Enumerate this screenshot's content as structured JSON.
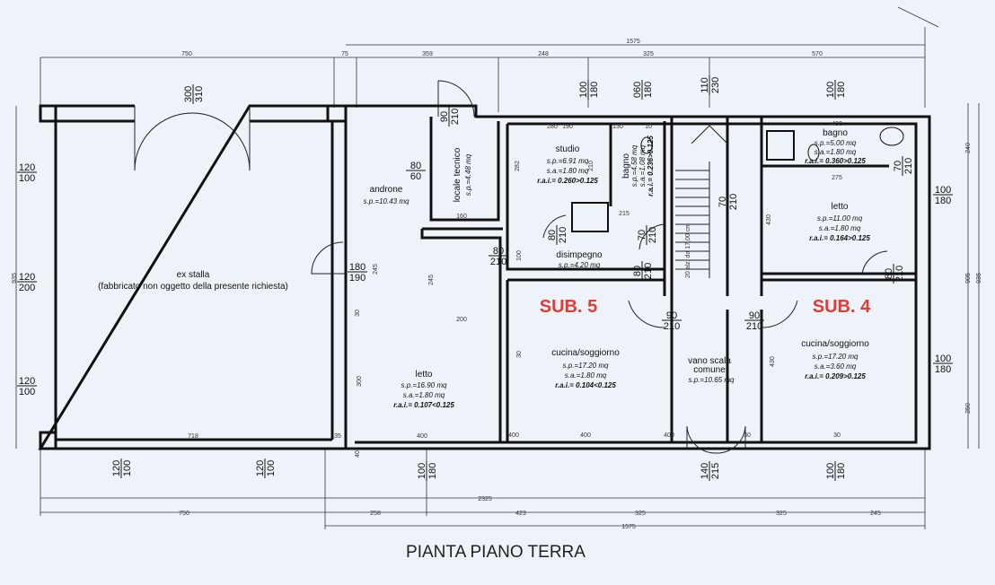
{
  "title": "PIANTA PIANO TERRA",
  "sub_labels": [
    "SUB. 5",
    "SUB. 4"
  ],
  "accent_color": "#e23b32",
  "rooms": {
    "ex_stalla": {
      "name": "ex stalla",
      "note": "(fabbricato non oggetto della presente richiesta)"
    },
    "androne": {
      "name": "androne",
      "sp": "s.p.=10.43 mq"
    },
    "locale_tecnico": {
      "name": "locale tecnico",
      "sp": "s.p.=4.48 mq"
    },
    "studio": {
      "name": "studio",
      "sp": "s.p.=6.91 mq",
      "sa": "s.a.=1.80 mq",
      "rai": "r.a.i.= 0.260>0.125"
    },
    "bagno_5": {
      "name": "bagno",
      "sp": "s.p.=4.58 mq",
      "sa": "s.a.=1.08 mq",
      "rai": "r.a.i.= 0.236>0.125"
    },
    "disimpegno": {
      "name": "disimpegno",
      "sp": "s.p.=4.20 mq"
    },
    "letto_5": {
      "name": "letto",
      "sp": "s.p.=16.90 mq",
      "sa": "s.a.=1.80 mq",
      "rai": "r.a.i.= 0.107<0.125"
    },
    "cucina_5": {
      "name": "cucina/soggiorno",
      "sp": "s.p.=17.20 mq",
      "sa": "s.a.=1.80 mq",
      "rai": "r.a.i.= 0.104<0.125"
    },
    "vano_scala": {
      "name1": "vano scala",
      "name2": "comune",
      "sp": "s.p.=10.65 mq"
    },
    "bagno_4": {
      "name": "bagno",
      "sp": "s.p.=5.00 mq",
      "sa": "s.a.=1.80 mq",
      "rai": "r.a.i.= 0.360>0.125"
    },
    "letto_4": {
      "name": "letto",
      "sp": "s.p.=11.00 mq",
      "sa": "s.a.=1.80 mq",
      "rai": "r.a.i.= 0.164>0.125"
    },
    "cucina_4": {
      "name": "cucina/soggiorno",
      "sp": "s.p.=17.20 mq",
      "sa": "s.a.=3.60 mq",
      "rai": "r.a.i.= 0.209>0.125"
    }
  },
  "stair_note": "20 alz. da 17,00 cm",
  "openings": [
    [
      "300",
      "310"
    ],
    [
      "120",
      "100"
    ],
    [
      "120",
      "200"
    ],
    [
      "120",
      "100"
    ],
    [
      "120",
      "100"
    ],
    [
      "120",
      "100"
    ],
    [
      "180",
      "190"
    ],
    [
      "80",
      "60"
    ],
    [
      "90",
      "210"
    ],
    [
      "80",
      "210"
    ],
    [
      "80",
      "210"
    ],
    [
      "100",
      "180"
    ],
    [
      "060",
      "180"
    ],
    [
      "110",
      "230"
    ],
    [
      "100",
      "180"
    ],
    [
      "70",
      "210"
    ],
    [
      "70",
      "210"
    ],
    [
      "70",
      "210"
    ],
    [
      "100",
      "180"
    ],
    [
      "80",
      "210"
    ],
    [
      "80",
      "210"
    ],
    [
      "90",
      "210"
    ],
    [
      "90",
      "210"
    ],
    [
      "100",
      "180"
    ],
    [
      "100",
      "180"
    ],
    [
      "140",
      "215"
    ],
    [
      "100",
      "180"
    ]
  ],
  "dims_top": {
    "total": "1575",
    "parts": [
      "750",
      "75",
      "359",
      "248",
      "325",
      "570"
    ]
  },
  "dims_bottom": {
    "total_a": "2325",
    "parts": [
      "750",
      "258",
      "423",
      "325",
      "325",
      "245"
    ],
    "total_b": "1575"
  },
  "dims_inner": [
    "718",
    "35",
    "400",
    "40",
    "300",
    "200",
    "245",
    "245",
    "30",
    "160",
    "280",
    "190",
    "130",
    "10",
    "282",
    "210",
    "215",
    "100",
    "400",
    "400",
    "275",
    "430",
    "30",
    "400",
    "30",
    "30",
    "400",
    "430",
    "240",
    "250",
    "935",
    "935",
    "905"
  ]
}
